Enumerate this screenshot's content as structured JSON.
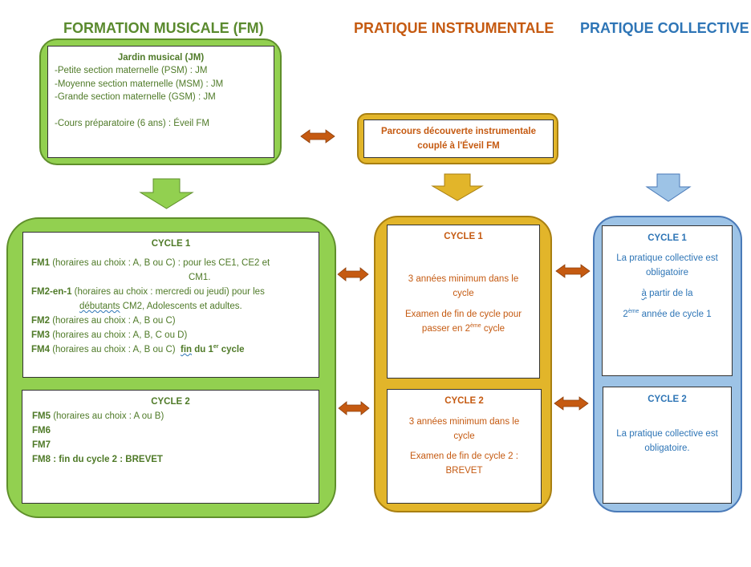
{
  "columns": {
    "fm": "FORMATION MUSICALE (FM)",
    "pi": "PRATIQUE INSTRUMENTALE",
    "pc": "PRATIQUE COLLECTIVE"
  },
  "jardin": {
    "title": "Jardin musical (JM)",
    "l1": "-Petite section maternelle (PSM) : JM",
    "l2": "-Moyenne section maternelle (MSM) : JM",
    "l3": "-Grande section maternelle (GSM) : JM",
    "l4": "-Cours préparatoire (6 ans) : Éveil FM"
  },
  "parcours": {
    "l1": "Parcours découverte instrumentale",
    "l2": "couplé à l'Éveil FM"
  },
  "fm_c1": {
    "title": "CYCLE 1",
    "fm1_code": "FM1",
    "fm1_text": " (horaires au choix : A, B ou C) : pour les CE1, CE2 et",
    "fm1_text2": "CM1.",
    "fm2en1_code": "FM2-en-1",
    "fm2en1_text": " (horaires au choix : mercredi ou jeudi) pour les",
    "fm2en1_deb": "débutants",
    "fm2en1_text2": " CM2, Adolescents et adultes.",
    "fm2_code": "FM2",
    "fm2_text": " (horaires au choix : A, B ou C)",
    "fm3_code": "FM3",
    "fm3_text": " (horaires au choix : A, B, C ou D)",
    "fm4_code": "FM4",
    "fm4_text": " (horaires au choix : A, B ou C)",
    "fm4_fin": "fin",
    "fm4_du": " du 1",
    "fm4_sup": "er",
    "fm4_cycle": " cycle"
  },
  "fm_c2": {
    "title": "CYCLE 2",
    "fm5_code": "FM5",
    "fm5_text": " (horaires au choix : A ou B)",
    "fm6": "FM6",
    "fm7": "FM7",
    "fm8_code": "FM8",
    "fm8_text": " : fin du cycle 2 :  BREVET"
  },
  "pi_c1": {
    "title": "CYCLE 1",
    "l1": "3 années minimum dans le",
    "l2": "cycle",
    "l3": "Examen de fin de cycle pour",
    "l4a": "passer en 2",
    "l4sup": "ème",
    "l4b": " cycle"
  },
  "pi_c2": {
    "title": "CYCLE 2",
    "l1": "3 années minimum dans le",
    "l2": "cycle",
    "l3": "Examen de fin de cycle 2 :",
    "l4": "BREVET"
  },
  "pc_c1": {
    "title": "CYCLE 1",
    "l1": "La pratique collective est",
    "l2": "obligatoire",
    "l3a": "à",
    "l3b": " partir de la",
    "l4a": "2",
    "l4sup": "ème",
    "l4b": " année de cycle 1"
  },
  "pc_c2": {
    "title": "CYCLE 2",
    "l1": "La pratique collective est",
    "l2": "obligatoire."
  },
  "colors": {
    "green_fill": "#92d050",
    "gold_fill": "#e2b52a",
    "blue_fill": "#9dc3e6",
    "arrow_orange": "#c55a11"
  }
}
